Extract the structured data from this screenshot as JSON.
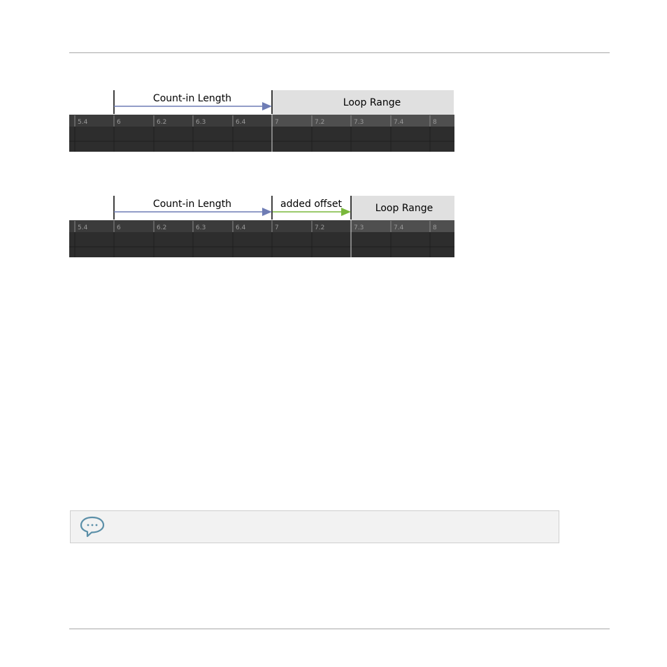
{
  "figures": [
    {
      "count_in_label": "Count-in Length",
      "loop_label": "Loop Range",
      "ruler_labels": [
        "5.4",
        "6",
        "6.2",
        "6.3",
        "6.4",
        "7",
        "7.2",
        "7.3",
        "7.4",
        "8"
      ]
    },
    {
      "count_in_label": "Count-in Length",
      "offset_label": "added offset",
      "loop_label": "Loop Range",
      "ruler_labels": [
        "5.4",
        "6",
        "6.2",
        "6.3",
        "6.4",
        "7",
        "7.2",
        "7.3",
        "7.4",
        "8"
      ]
    }
  ],
  "colors": {
    "count_in_arrow": "#6f7db5",
    "offset_arrow": "#7ab83c",
    "loop_range_fill": "#e0e0e0",
    "ruler_bg": "#3b3b3b",
    "ruler_bg_loop": "#4f4f4f",
    "track_bg": "#2d2d2d",
    "note_icon": "#5b8fa8"
  },
  "note": {
    "icon": "speech-bubble-icon"
  }
}
